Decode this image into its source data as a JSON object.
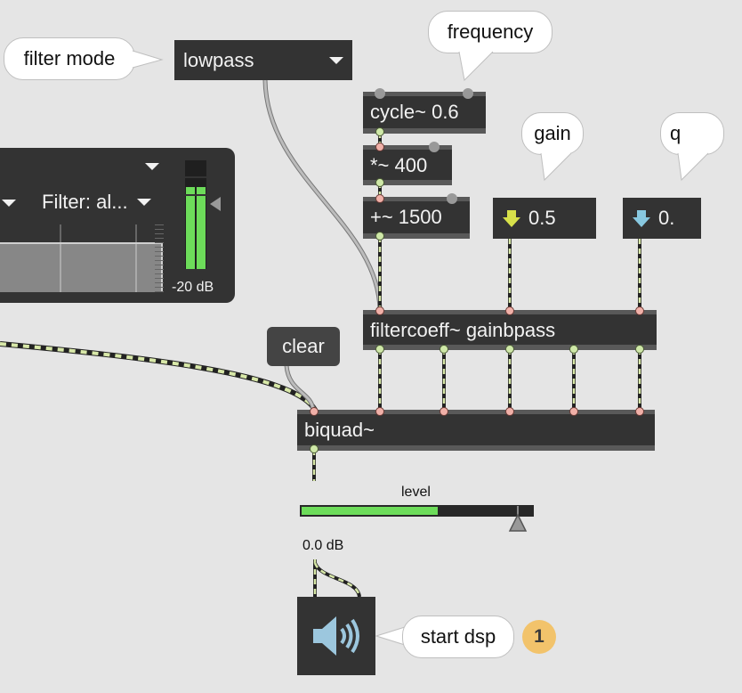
{
  "colors": {
    "canvas_bg": "#e5e5e5",
    "object_bg": "#333333",
    "object_border": "#595959",
    "signal_wire": "#d8e8a8",
    "control_wire": "#a0a0a0",
    "meter_green": "#6ddc5a",
    "gain_arrow": "#d7e14a",
    "q_arrow": "#88c8e0",
    "badge": "#f2c36b"
  },
  "comments": {
    "filter_mode": "filter mode",
    "frequency": "frequency",
    "gain": "gain",
    "q": "q",
    "start_dsp": "start dsp"
  },
  "filter_mode_menu": {
    "value": "lowpass",
    "icon": "chevron-down-icon"
  },
  "objects": {
    "cycle": "cycle~ 0.6",
    "times": "*~ 400",
    "plus": "+~ 1500",
    "filtercoeff": "filtercoeff~ gainbpass",
    "biquad": "biquad~"
  },
  "numboxes": {
    "gain": {
      "value": "0.5",
      "icon": "arrow-down-icon"
    },
    "q": {
      "value": "0.",
      "icon": "arrow-down-icon"
    }
  },
  "clear_message": "clear",
  "scope_panel": {
    "filter_label": "Filter: al...",
    "meter_db": "-20 dB",
    "meter_level": 0.75
  },
  "level_slider": {
    "label": "level",
    "readout": "0.0 dB",
    "fill": 0.59
  },
  "dac": {
    "icon": "speaker-icon"
  },
  "badge": "1"
}
